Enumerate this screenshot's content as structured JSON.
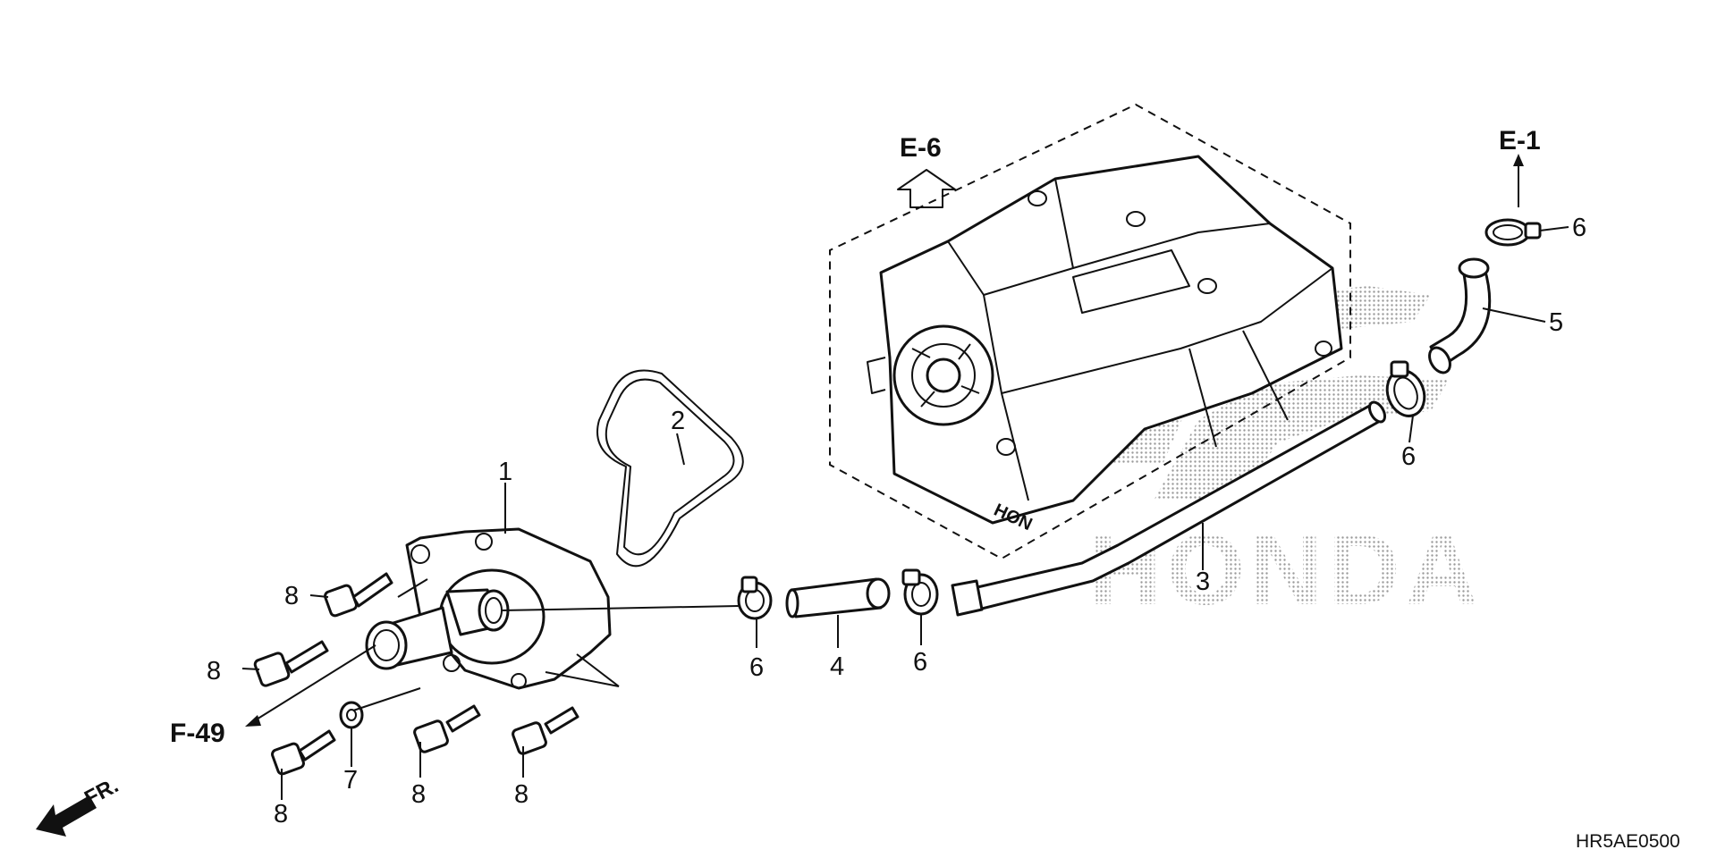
{
  "diagram": {
    "callouts": {
      "c1": "1",
      "c2": "2",
      "c3": "3",
      "c4": "4",
      "c5": "5",
      "c6_top": "6",
      "c6_right": "6",
      "c6_left": "6",
      "c6_mid": "6",
      "c7": "7",
      "c8_a": "8",
      "c8_b": "8",
      "c8_c": "8",
      "c8_d": "8",
      "c8_e": "8"
    },
    "refs": {
      "e6": "E-6",
      "e1": "E-1",
      "f49": "F-49"
    },
    "direction_label": "FR.",
    "watermark": "HONDA",
    "engine_mark": "HON",
    "diagram_code": "HR5AE0500"
  }
}
